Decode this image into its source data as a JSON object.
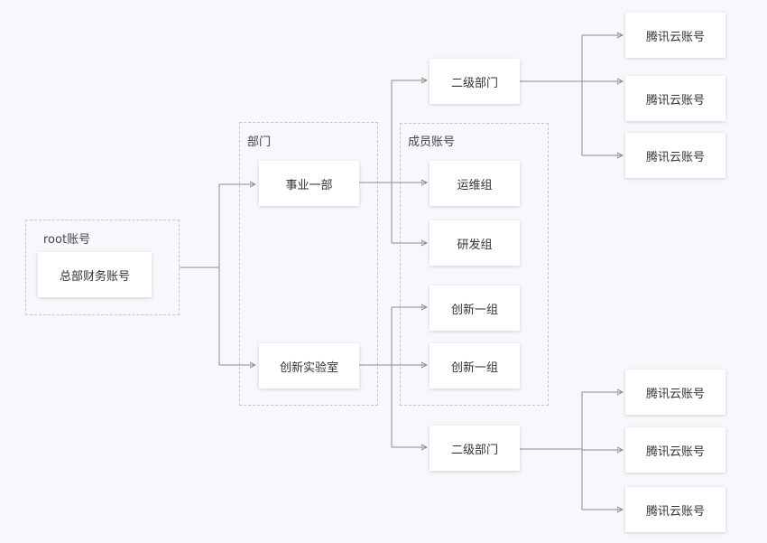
{
  "groups": {
    "root": {
      "label": "root账号"
    },
    "dept": {
      "label": "部门"
    },
    "member": {
      "label": "成员账号"
    }
  },
  "nodes": {
    "root_finance": "总部财务账号",
    "dept_biz1": "事业一部",
    "dept_lab": "创新实验室",
    "top_sub_dept": "二级部门",
    "ops_group": "运维组",
    "dev_group": "研发组",
    "innov_group_1": "创新一组",
    "innov_group_2": "创新一组",
    "bottom_sub_dept": "二级部门",
    "cloud_top_1": "腾讯云账号",
    "cloud_top_2": "腾讯云账号",
    "cloud_top_3": "腾讯云账号",
    "cloud_bottom_1": "腾讯云账号",
    "cloud_bottom_2": "腾讯云账号",
    "cloud_bottom_3": "腾讯云账号"
  },
  "colors": {
    "background": "#f7f8fb",
    "node_fill": "#ffffff",
    "connector": "#8a8d91",
    "group_border": "#c2c6cc"
  }
}
